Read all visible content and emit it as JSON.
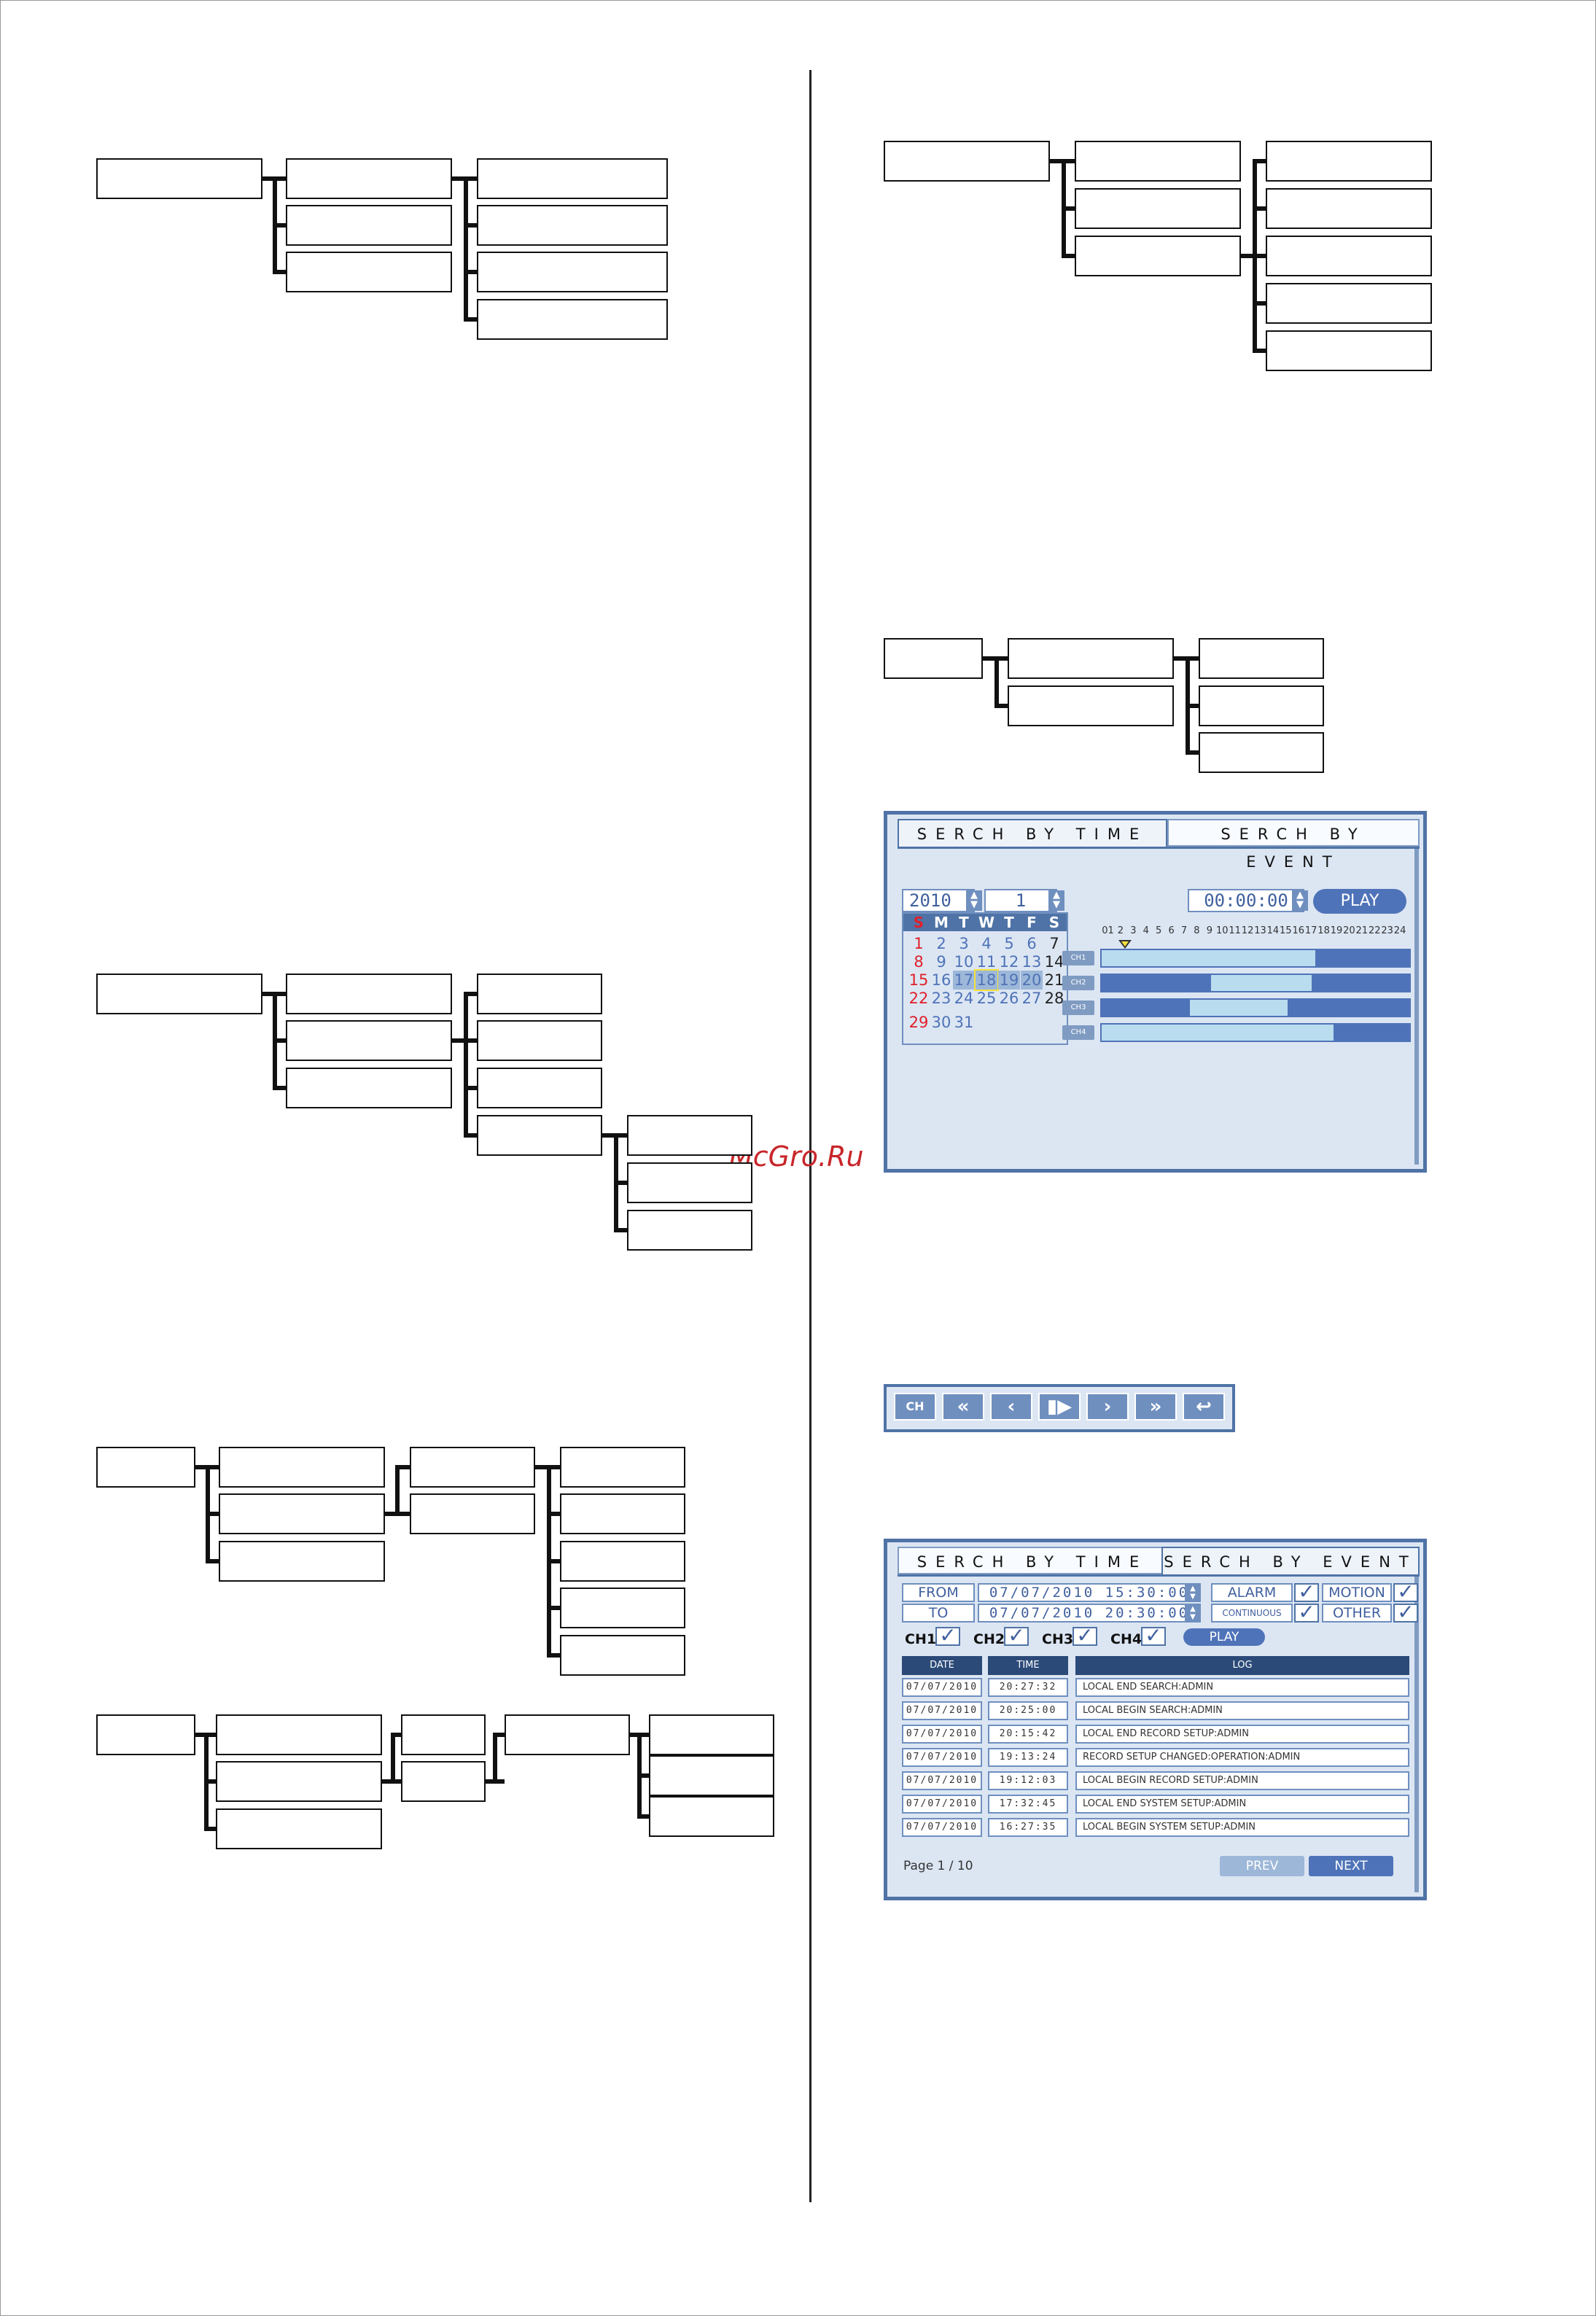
{
  "watermark": "McGro.Ru",
  "search_by_time_panel": {
    "tabs": [
      {
        "label": "SERCH BY TIME",
        "active": true
      },
      {
        "label": "SERCH BY EVENT",
        "active": false
      }
    ],
    "year": "2010",
    "month": "1",
    "time": "00:00:00",
    "play_label": "PLAY",
    "weekdays": [
      "S",
      "M",
      "T",
      "W",
      "T",
      "F",
      "S"
    ],
    "weeks": [
      [
        {
          "d": "",
          "t": "blue"
        },
        {
          "d": "",
          "t": "blue"
        },
        {
          "d": "",
          "t": "blue"
        },
        {
          "d": "",
          "t": "blue"
        },
        {
          "d": "",
          "t": "blue"
        },
        {
          "d": "",
          "t": "blue"
        },
        {
          "d": "",
          "t": "blue"
        }
      ],
      [
        {
          "d": "1",
          "t": "red"
        },
        {
          "d": "2",
          "t": "blue"
        },
        {
          "d": "3",
          "t": "blue"
        },
        {
          "d": "4",
          "t": "blue"
        },
        {
          "d": "5",
          "t": "blue"
        },
        {
          "d": "6",
          "t": "blue"
        },
        {
          "d": "7",
          "t": "dark"
        }
      ],
      [
        {
          "d": "8",
          "t": "red"
        },
        {
          "d": "9",
          "t": "blue"
        },
        {
          "d": "10",
          "t": "blue"
        },
        {
          "d": "11",
          "t": "blue"
        },
        {
          "d": "12",
          "t": "blue"
        },
        {
          "d": "13",
          "t": "blue"
        },
        {
          "d": "14",
          "t": "dark"
        }
      ],
      [
        {
          "d": "15",
          "t": "red"
        },
        {
          "d": "16",
          "t": "blue"
        },
        {
          "d": "17",
          "t": "rec"
        },
        {
          "d": "18",
          "t": "sel"
        },
        {
          "d": "19",
          "t": "rec"
        },
        {
          "d": "20",
          "t": "rec"
        },
        {
          "d": "21",
          "t": "dark"
        }
      ],
      [
        {
          "d": "22",
          "t": "red"
        },
        {
          "d": "23",
          "t": "blue"
        },
        {
          "d": "24",
          "t": "blue"
        },
        {
          "d": "25",
          "t": "blue"
        },
        {
          "d": "26",
          "t": "blue"
        },
        {
          "d": "27",
          "t": "blue"
        },
        {
          "d": "28",
          "t": "dark"
        }
      ],
      [
        {
          "d": "29",
          "t": "red"
        },
        {
          "d": "30",
          "t": "blue"
        },
        {
          "d": "31",
          "t": "blue"
        },
        {
          "d": "",
          "t": "blue"
        },
        {
          "d": "",
          "t": "blue"
        },
        {
          "d": "",
          "t": "blue"
        },
        {
          "d": "",
          "t": "blue"
        }
      ]
    ],
    "hours": [
      "01",
      "2",
      "3",
      "4",
      "5",
      "6",
      "7",
      "8",
      "9",
      "10",
      "11",
      "12",
      "13",
      "14",
      "15",
      "16",
      "17",
      "18",
      "19",
      "20",
      "21",
      "22",
      "23",
      "24"
    ],
    "channels": [
      {
        "label": "CH1",
        "start": 0.0,
        "end": 0.7
      },
      {
        "label": "CH2",
        "start": 0.36,
        "end": 0.69
      },
      {
        "label": "CH3",
        "start": 0.29,
        "end": 0.61
      },
      {
        "label": "CH4",
        "start": 0.0,
        "end": 0.76
      }
    ],
    "marker_hour": 0.06
  },
  "playback_bar": {
    "buttons": [
      {
        "name": "ch-button",
        "label": "CH"
      },
      {
        "name": "fast-rewind-button",
        "label": "«"
      },
      {
        "name": "step-back-button",
        "label": "‹"
      },
      {
        "name": "play-pause-button",
        "label": "▮▶"
      },
      {
        "name": "step-forward-button",
        "label": "›"
      },
      {
        "name": "fast-forward-button",
        "label": "»"
      },
      {
        "name": "return-button",
        "label": "↩"
      }
    ]
  },
  "search_by_event_panel": {
    "tabs": [
      {
        "label": "SERCH BY TIME",
        "active": false
      },
      {
        "label": "SERCH BY EVENT",
        "active": true
      }
    ],
    "from_label": "FROM",
    "to_label": "TO",
    "from_value": "07/07/2010 15:30:00",
    "to_value": "07/07/2010 20:30:00",
    "filters": [
      {
        "label": "ALARM",
        "checked": true
      },
      {
        "label": "MOTION",
        "checked": true
      },
      {
        "label": "CONTINUOUS",
        "checked": true
      },
      {
        "label": "OTHER",
        "checked": true
      }
    ],
    "channels": [
      "CH1",
      "CH2",
      "CH3",
      "CH4"
    ],
    "play_label": "PLAY",
    "columns": [
      "DATE",
      "TIME",
      "LOG"
    ],
    "rows": [
      [
        "07/07/2010",
        "20:27:32",
        "LOCAL END SEARCH:ADMIN"
      ],
      [
        "07/07/2010",
        "20:25:00",
        "LOCAL BEGIN SEARCH:ADMIN"
      ],
      [
        "07/07/2010",
        "20:15:42",
        "LOCAL END RECORD SETUP:ADMIN"
      ],
      [
        "07/07/2010",
        "19:13:24",
        "RECORD SETUP CHANGED:OPERATION:ADMIN"
      ],
      [
        "07/07/2010",
        "19:12:03",
        "LOCAL BEGIN RECORD SETUP:ADMIN"
      ],
      [
        "07/07/2010",
        "17:32:45",
        "LOCAL END SYSTEM SETUP:ADMIN"
      ],
      [
        "07/07/2010",
        "16:27:35",
        "LOCAL BEGIN SYSTEM SETUP:ADMIN"
      ]
    ],
    "page_info": "Page 1 / 10",
    "prev_label": "PREV",
    "next_label": "NEXT"
  },
  "colors": {
    "panel_bg": "#dce6f3",
    "panel_border": "#4f73a6",
    "sunday_red": "#e0202a",
    "day_blue": "#4f73b8",
    "selected_day": "#f5e13a",
    "record_day": "#9db7d8",
    "timeline_fill": "#b9dcef"
  }
}
